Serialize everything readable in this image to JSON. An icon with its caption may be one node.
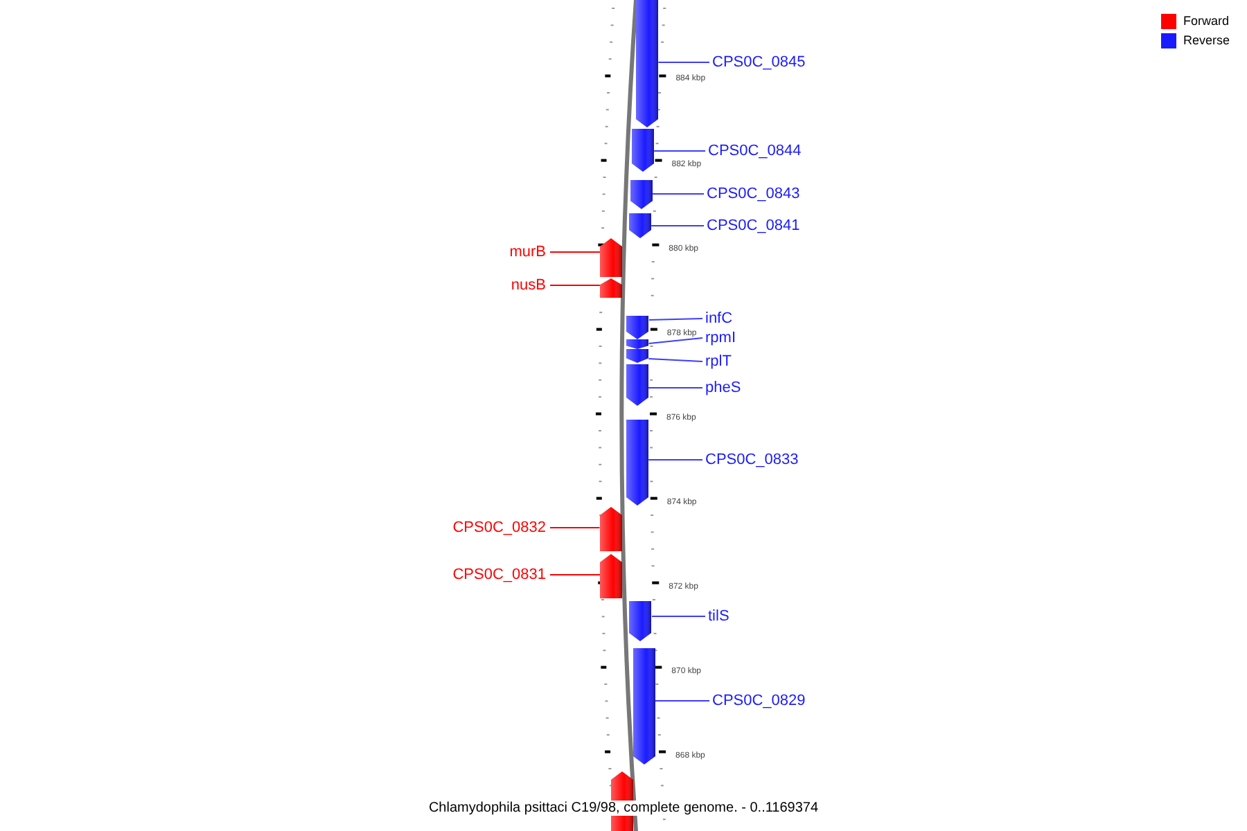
{
  "diagram": {
    "caption": "Chlamydophila psittaci C19/98, complete genome. - 0..1169374",
    "nodes": [
      {
        "text": [
          "CPS0C_0845"
        ]
      },
      {
        "text": [],
        "shape": "bar"
      },
      {
        "text": [
          "CPS0C_0844"
        ]
      },
      {
        "text": [],
        "shape": "bar"
      },
      {
        "text": [
          "CPS0C_0843"
        ]
      },
      {
        "text": [],
        "shape": "bar"
      },
      {
        "text": [
          "CPS0C_0841"
        ]
      },
      {
        "text": [],
        "shape": "bar"
      },
      {
        "text": [
          "murB"
        ]
      },
      {
        "text": [],
        "shape": "bar"
      },
      {
        "text": [
          "nusB"
        ]
      },
      {
        "text": [],
        "shape": "bar"
      },
      {
        "text": [
          "infC"
        ]
      },
      {
        "text": [],
        "shape": "bar"
      },
      {
        "text": [
          "rpmI"
        ]
      },
      {
        "text": [],
        "shape": "bar"
      },
      {
        "text": [
          "rplT"
        ]
      },
      {
        "text": [],
        "shape": "bar"
      },
      {
        "text": [
          "pheS"
        ]
      },
      {
        "text": [],
        "shape": "bar"
      },
      {
        "text": [
          "CPS0C_0833"
        ]
      },
      {
        "text": [],
        "shape": "bar"
      },
      {
        "text": [
          "CPS0C_0832"
        ]
      },
      {
        "text": [],
        "shape": "bar"
      },
      {
        "text": [
          "CPS0C_0831"
        ]
      },
      {
        "text": [],
        "shape": "bar"
      },
      {
        "text": [
          "tilS"
        ]
      },
      {
        "text": [],
        "shape": "bar"
      },
      {
        "text": [
          "CPS0C_0829"
        ]
      },
      {
        "text": [],
        "shape": "bar"
      },
      {
        "text": [],
        "shape": "bar"
      }
    ],
    "edges": [
      {
        "from": 0,
        "to": 1,
        "arrow": "none"
      },
      {
        "from": 2,
        "to": 3,
        "arrow": "none"
      },
      {
        "from": 4,
        "to": 5,
        "arrow": "none"
      },
      {
        "from": 6,
        "to": 7,
        "arrow": "none"
      },
      {
        "from": 8,
        "to": 9,
        "arrow": "none",
        "color": "#ff0000"
      },
      {
        "from": 10,
        "to": 11,
        "arrow": "none",
        "color": "#ff0000"
      },
      {
        "from": 12,
        "to": 13,
        "arrow": "none"
      },
      {
        "from": 14,
        "to": 15,
        "arrow": "none"
      },
      {
        "from": 16,
        "to": 17,
        "arrow": "none"
      },
      {
        "from": 18,
        "to": 19,
        "arrow": "none"
      },
      {
        "from": 20,
        "to": 21,
        "arrow": "none"
      },
      {
        "from": 22,
        "to": 23,
        "arrow": "none",
        "color": "#ff0000"
      },
      {
        "from": 24,
        "to": 25,
        "arrow": "none",
        "color": "#ff0000"
      },
      {
        "from": 26,
        "to": 27,
        "arrow": "none"
      },
      {
        "from": 28,
        "to": 29,
        "arrow": "none"
      }
    ],
    "labels": [
      "884 kbp",
      "882 kbp",
      "880 kbp",
      "878 kbp",
      "876 kbp",
      "874 kbp",
      "872 kbp",
      "870 kbp",
      "868 kbp"
    ],
    "legend": [
      {
        "text": "Forward",
        "color": "#ff0000"
      },
      {
        "text": "Reverse",
        "color": "#1a1aff"
      }
    ]
  }
}
